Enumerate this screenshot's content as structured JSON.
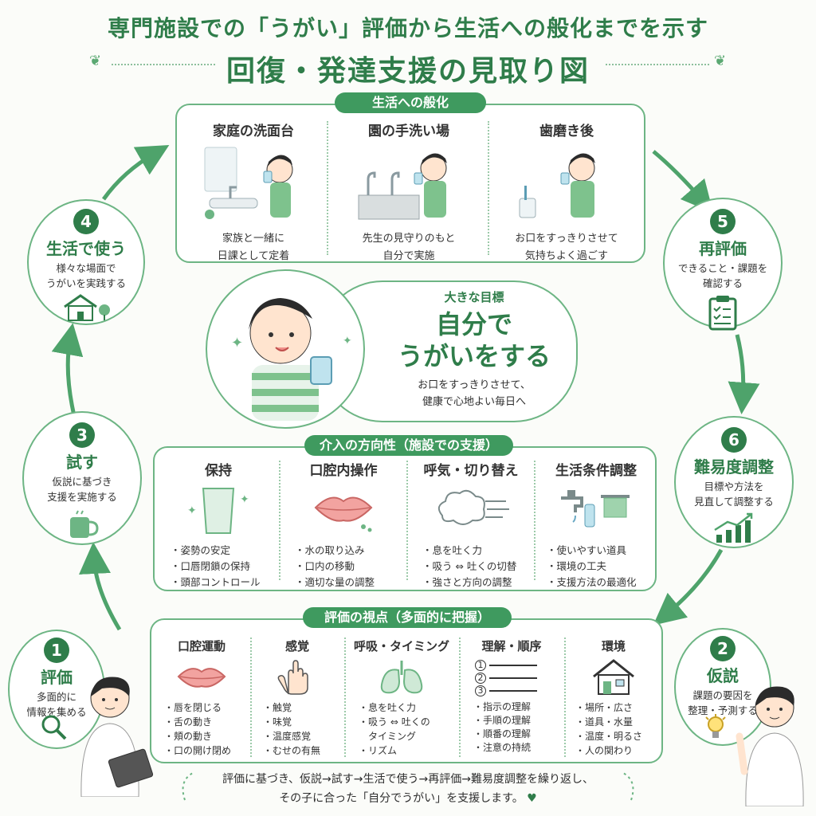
{
  "header": {
    "title_line1": "専門施設での「うがい」評価から生活への般化までを示す",
    "title_line2": "回復・発達支援の見取り図"
  },
  "top_panel": {
    "label": "生活への般化",
    "columns": [
      {
        "title": "家庭の洗面台",
        "caption_lines": [
          "家族と一緒に",
          "日課として定着"
        ]
      },
      {
        "title": "園の手洗い場",
        "caption_lines": [
          "先生の見守りのもと",
          "自分で実施"
        ]
      },
      {
        "title": "歯磨き後",
        "caption_lines": [
          "お口をすっきりさせて",
          "気持ちよく過ごす"
        ]
      }
    ]
  },
  "goal": {
    "label": "大きな目標",
    "main_line1": "自分で",
    "main_line2": "うがいをする",
    "sub_line1": "お口をすっきりさせて、",
    "sub_line2": "健康で心地よい毎日へ"
  },
  "middle_panel": {
    "label": "介入の方向性（施設での支援）",
    "columns": [
      {
        "title": "保持",
        "bullets": [
          "姿勢の安定",
          "口唇閉鎖の保持",
          "頭部コントロール"
        ]
      },
      {
        "title": "口腔内操作",
        "bullets": [
          "水の取り込み",
          "口内の移動",
          "適切な量の調整"
        ]
      },
      {
        "title": "呼気・切り替え",
        "bullets": [
          "息を吐く力",
          "吸う ⇔ 吐くの切替",
          "強さと方向の調整"
        ]
      },
      {
        "title": "生活条件調整",
        "bullets": [
          "使いやすい道具",
          "環境の工夫",
          "支援方法の最適化"
        ]
      }
    ]
  },
  "bottom_panel": {
    "label": "評価の視点（多面的に把握）",
    "columns": [
      {
        "title": "口腔運動",
        "bullets": [
          "唇を閉じる",
          "舌の動き",
          "頬の動き",
          "口の開け閉め"
        ]
      },
      {
        "title": "感覚",
        "bullets": [
          "触覚",
          "味覚",
          "温度感覚",
          "むせの有無"
        ]
      },
      {
        "title": "呼吸・タイミング",
        "bullets": [
          "息を吐く力",
          "吸う ⇔ 吐くの",
          "タイミング",
          "リズム"
        ]
      },
      {
        "title": "理解・順序",
        "list_numbers": [
          "1",
          "2",
          "3"
        ],
        "bullets": [
          "指示の理解",
          "手順の理解",
          "順番の理解",
          "注意の持続"
        ]
      },
      {
        "title": "環境",
        "bullets": [
          "場所・広さ",
          "道具・水量",
          "温度・明るさ",
          "人の関わり"
        ]
      }
    ]
  },
  "steps": [
    {
      "number": "1",
      "title": "評価",
      "desc_lines": [
        "多面的に",
        "情報を集める"
      ],
      "icon": "magnifier-icon"
    },
    {
      "number": "2",
      "title": "仮説",
      "desc_lines": [
        "課題の要因を",
        "整理・予測する"
      ],
      "icon": "lightbulb-icon"
    },
    {
      "number": "3",
      "title": "試す",
      "desc_lines": [
        "仮説に基づき",
        "支援を実施する"
      ],
      "icon": "cup-icon"
    },
    {
      "number": "4",
      "title": "生活で使う",
      "desc_lines": [
        "様々な場面で",
        "うがいを実践する"
      ],
      "icon": "house-icon"
    },
    {
      "number": "5",
      "title": "再評価",
      "desc_lines": [
        "できること・課題を",
        "確認する"
      ],
      "icon": "clipboard-icon"
    },
    {
      "number": "6",
      "title": "難易度調整",
      "desc_lines": [
        "目標や方法を",
        "見直して調整する"
      ],
      "icon": "growth-chart-icon"
    }
  ],
  "footer": {
    "line1": "評価に基づき、仮説→試す→生活で使う→再評価→難易度調整を繰り返し、",
    "line2": "その子に合った「自分でうがい」を支援します。"
  },
  "colors": {
    "accent": "#2f7d4a",
    "border": "#6db584",
    "pill": "#3f9a5f",
    "soft": "#e3f1e7"
  }
}
